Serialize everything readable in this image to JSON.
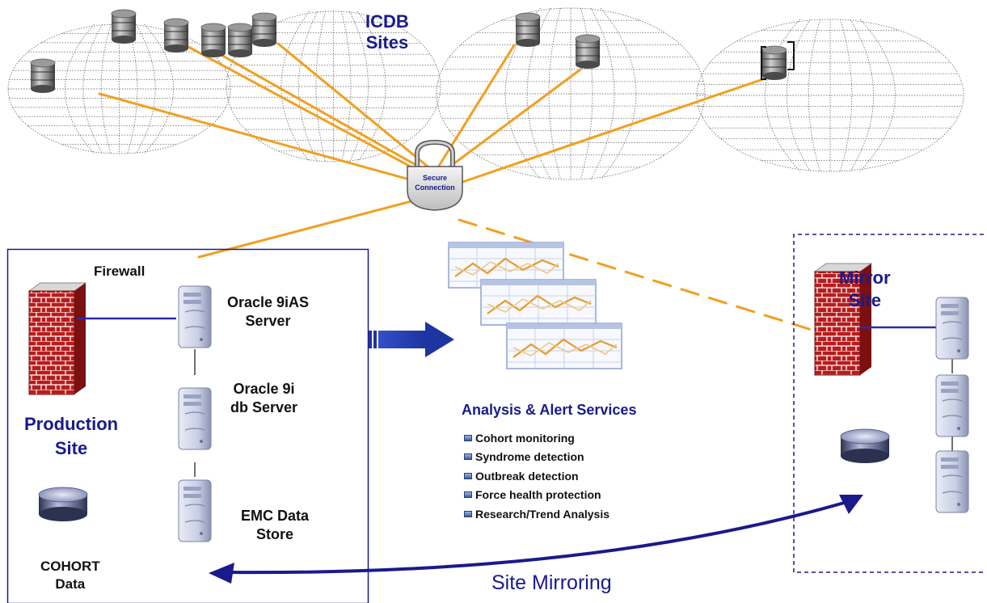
{
  "sites": {
    "icdb_line1": "ICDB",
    "icdb_line2": "Sites"
  },
  "lock": {
    "line1": "Secure",
    "line2": "Connection"
  },
  "production": {
    "firewall": "Firewall",
    "app_server_line1": "Oracle 9iAS",
    "app_server_line2": "Server",
    "db_server_line1": "Oracle 9i",
    "db_server_line2": "db Server",
    "store_line1": "EMC Data",
    "store_line2": "Store",
    "site_line1": "Production",
    "site_line2": "Site",
    "cohort_line1": "COHORT",
    "cohort_line2": "Data"
  },
  "services": {
    "title": "Analysis & Alert Services",
    "items": [
      "Cohort monitoring",
      "Syndrome detection",
      "Outbreak detection",
      "Force health protection",
      "Research/Trend Analysis"
    ]
  },
  "mirror": {
    "line1": "Mirror",
    "line2": "Site",
    "mirroring_label": "Site Mirroring"
  },
  "colors": {
    "link_orange": "#f0a020",
    "title_blue": "#1a1a8c",
    "frame_blue": "#1a1a8c",
    "firewall_red": "#b81c1c"
  }
}
